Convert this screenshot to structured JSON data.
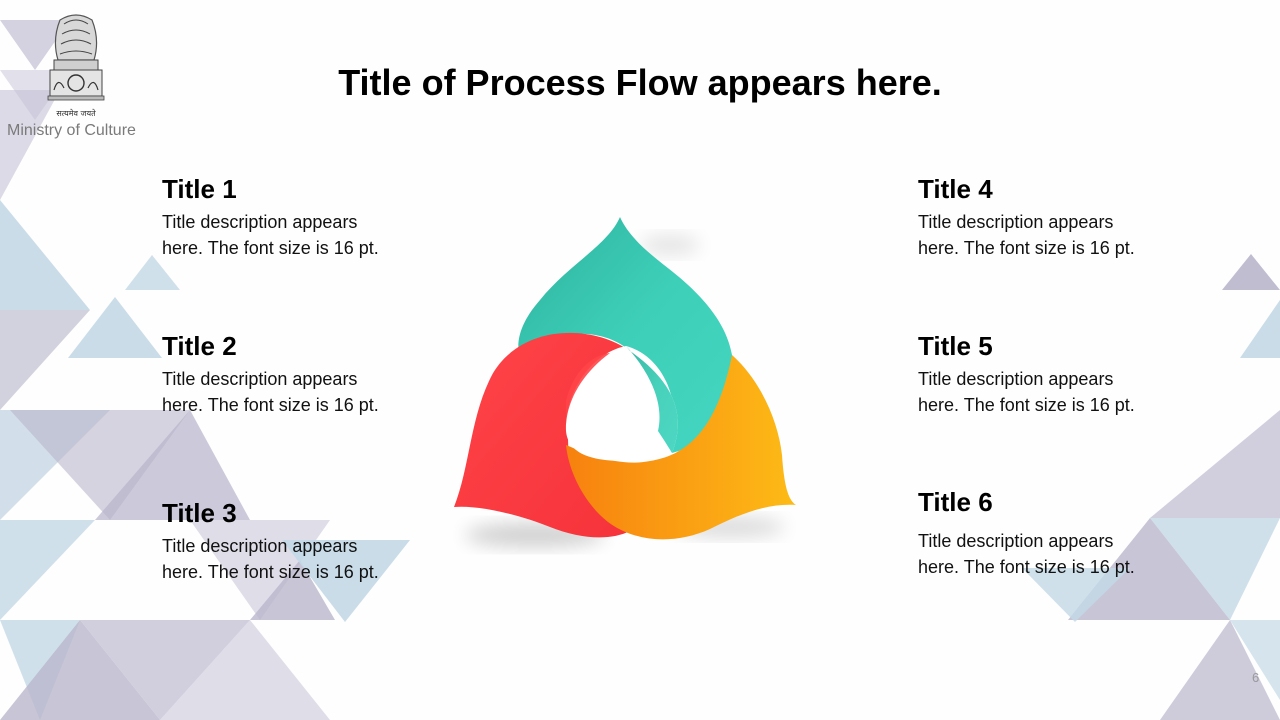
{
  "header": {
    "ministry_label": "Ministry of Culture",
    "emblem_motto": "सत्यमेव जयते"
  },
  "slide": {
    "title": "Title of Process Flow appears here.",
    "page_number": "6"
  },
  "items_left": [
    {
      "title": "Title 1",
      "description": "Title description appears here. The font size is 16 pt."
    },
    {
      "title": "Title 2",
      "description": "Title description appears here. The font size is 16 pt."
    },
    {
      "title": "Title 3",
      "description": "Title description appears here. The font size is 16 pt."
    }
  ],
  "items_right": [
    {
      "title": "Title 4",
      "description": "Title description appears here. The font size is 16 pt."
    },
    {
      "title": "Title 5",
      "description": "Title description appears here. The font size is 16 pt."
    },
    {
      "title": "Title 6",
      "description": "Title description appears here. The font size is 16 pt."
    }
  ],
  "colors": {
    "teal": "#3ecfb8",
    "red": "#fd3a3e",
    "orange": "#fa9a10",
    "triangle_lavender": "#b9b6cc",
    "triangle_blue": "#c3d8e6"
  }
}
